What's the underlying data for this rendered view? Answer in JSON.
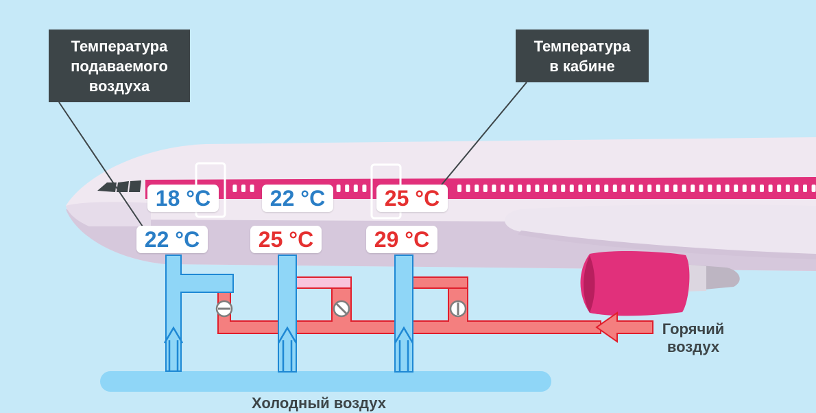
{
  "callouts": {
    "supply_air": [
      "Температура",
      "подаваемого",
      "воздуха"
    ],
    "cabin": [
      "Температура",
      "в кабине"
    ]
  },
  "zones": [
    {
      "cabin_temp": "18 °C",
      "supply_temp": "22 °C",
      "cabin_color": "#2a7ec6",
      "supply_color": "#2a7ec6"
    },
    {
      "cabin_temp": "22 °C",
      "supply_temp": "25 °C",
      "cabin_color": "#2a7ec6",
      "supply_color": "#e53030"
    },
    {
      "cabin_temp": "25 °C",
      "supply_temp": "29 °C",
      "cabin_color": "#e53030",
      "supply_color": "#e53030"
    }
  ],
  "flows": {
    "hot_air": [
      "Горячий",
      "воздух"
    ],
    "cold_air": "Холодный воздух"
  },
  "colors": {
    "sky": "#c6e9f8",
    "fuselage": "#f0e8f1",
    "belly": "#d2c3d8",
    "stripe": "#e1307b",
    "cold": "#8fd6f7",
    "cold_outline": "#1e88d4",
    "hot": "#f47f7f",
    "hot_outline": "#e01f2d",
    "callout_bg": "#3d4548"
  }
}
